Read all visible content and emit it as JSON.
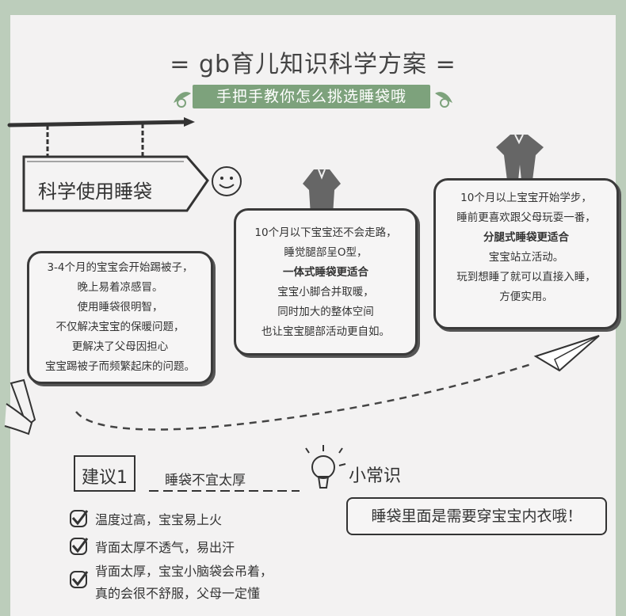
{
  "title": "= gb育儿知识科学方案 =",
  "subtitle": "手把手教你怎么挑选睡袋哦",
  "sign": "科学使用睡袋",
  "box_left": {
    "lines": [
      "3-4个月的宝宝会开始踢被子，",
      "晚上易着凉感冒。",
      "使用睡袋很明智，",
      "不仅解决宝宝的保暖问题，",
      "更解决了父母因担心",
      "宝宝踢被子而频繁起床的问题。"
    ]
  },
  "box_middle": {
    "lines": [
      "10个月以下宝宝还不会走路，",
      "睡觉腿部呈O型，"
    ],
    "bold": "一体式睡袋更适合",
    "lines2": [
      "宝宝小脚合并取暖，",
      "同时加大的整体空间",
      "也让宝宝腿部活动更自如。"
    ]
  },
  "box_right": {
    "lines": [
      "10个月以上宝宝开始学步，",
      "睡前更喜欢跟父母玩耍一番，"
    ],
    "bold": "分腿式睡袋更适合",
    "lines2": [
      "宝宝站立活动。",
      "玩到想睡了就可以直接入睡，",
      "方便实用。"
    ]
  },
  "tips": {
    "title": "建议1",
    "subtitle": "睡袋不宜太厚",
    "items": [
      {
        "text": "温度过高，宝宝易上火"
      },
      {
        "text": "背面太厚不透气，易出汗"
      },
      {
        "text": "背面太厚，宝宝小脑袋会吊着，",
        "text2": "真的会很不舒服，父母一定懂"
      }
    ]
  },
  "common": {
    "title": "小常识",
    "text": "睡袋里面是需要穿宝宝内衣哦！"
  },
  "colors": {
    "accent": "#7da27c",
    "frame": "#bccdbb",
    "ink": "#333333"
  }
}
